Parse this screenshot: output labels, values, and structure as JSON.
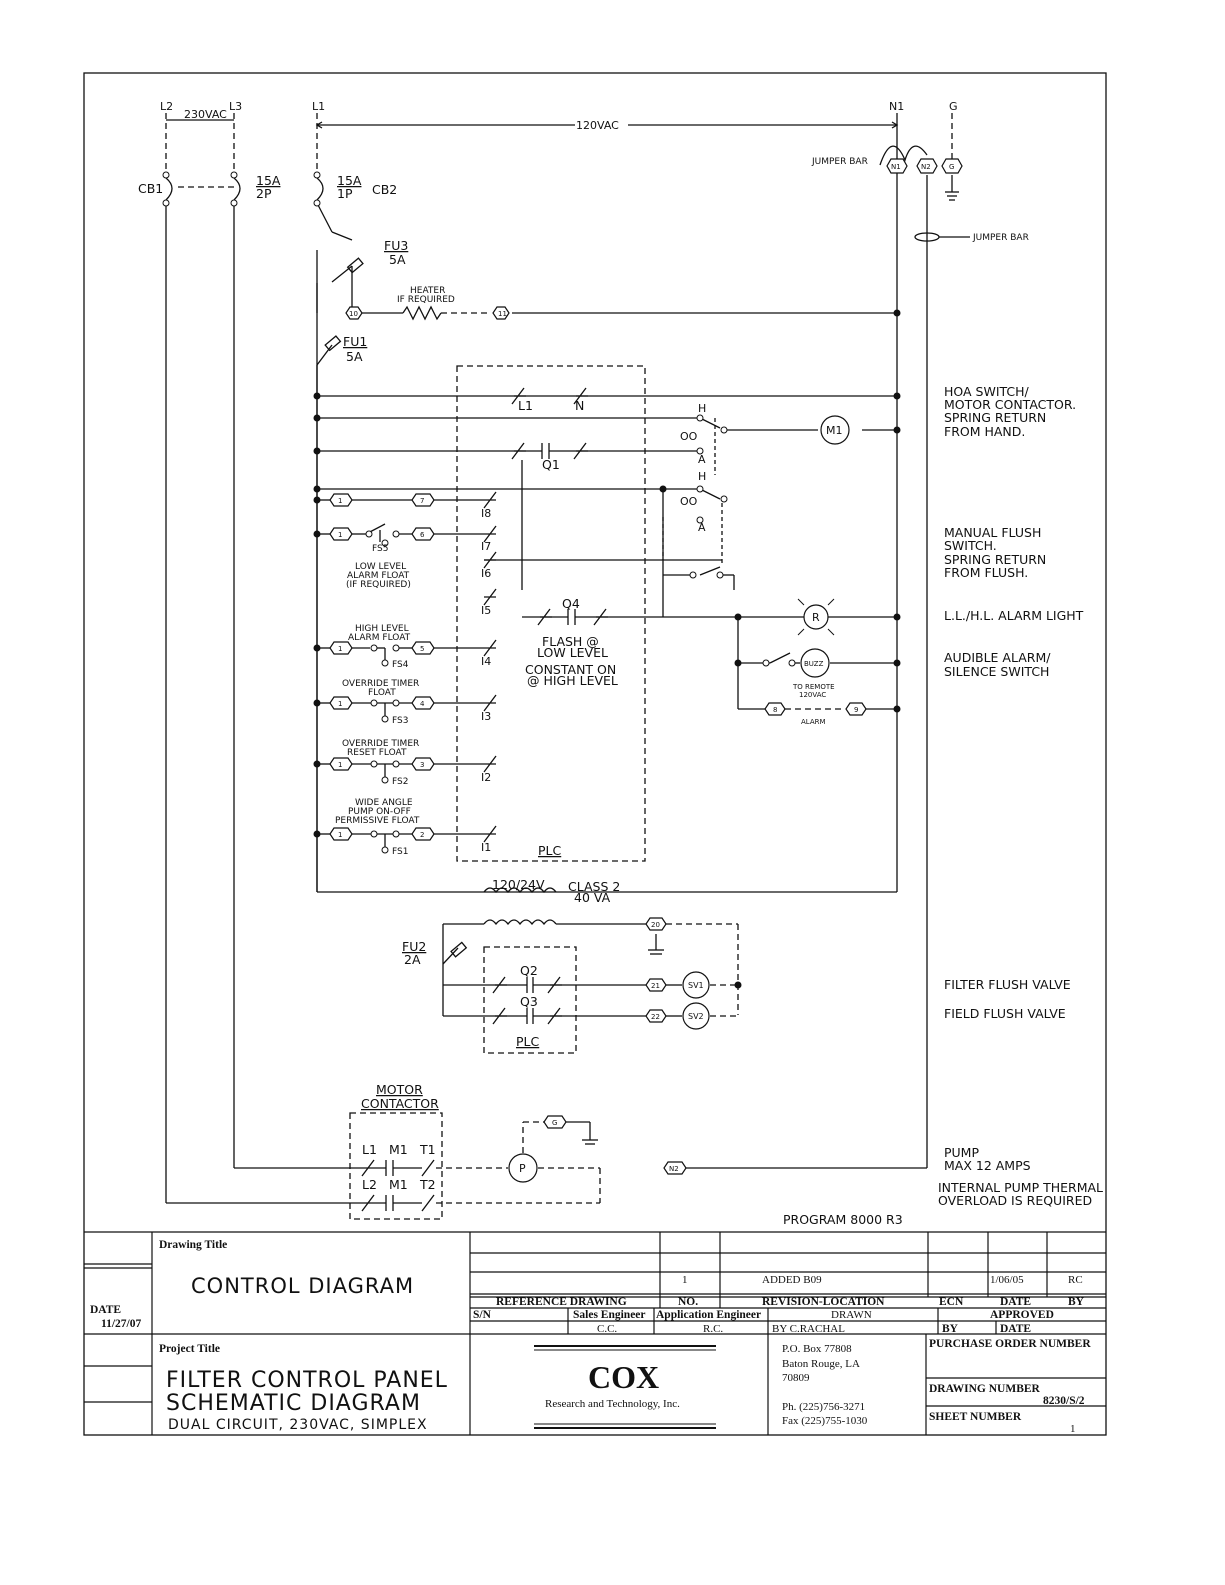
{
  "supply": {
    "l2": "L2",
    "l3": "L3",
    "v230": "230VAC",
    "l1": "L1",
    "v120": "120VAC",
    "n1": "N1",
    "g": "G",
    "jumper_top": "JUMPER BAR",
    "jumper_right": "JUMPER BAR",
    "t_n1": "N1",
    "t_n2": "N2",
    "t_g": "G"
  },
  "breakers": {
    "cb1": "CB1",
    "cb1_amps": "15A",
    "cb1_poles": "2P",
    "cb2": "CB2",
    "cb2_amps": "15A",
    "cb2_poles": "1P"
  },
  "fuses": {
    "fu3": "FU3",
    "fu3_amps": "5A",
    "fu1": "FU1",
    "fu1_amps": "5A",
    "fu2": "FU2",
    "fu2_amps": "2A"
  },
  "heater": {
    "line1": "HEATER",
    "line2": "IF REQUIRED",
    "t10": "10",
    "t11": "11"
  },
  "plc": {
    "label": "PLC",
    "l1": "L1",
    "n": "N",
    "q1": "Q1",
    "q4": "Q4",
    "i8": "I8",
    "i7": "I7",
    "i6": "I6",
    "i5": "I5",
    "i4": "I4",
    "i3": "I3",
    "i2": "I2",
    "i1": "I1",
    "flash1": "FLASH @",
    "flash2": "LOW LEVEL",
    "const1": "CONSTANT ON",
    "const2": "@ HIGH LEVEL"
  },
  "hoa": {
    "h": "H",
    "a": "A",
    "oo": "OO",
    "m1": "M1"
  },
  "floats": {
    "t1": "1",
    "t7": "7",
    "t6": "6",
    "t5": "5",
    "t4": "4",
    "t3": "3",
    "t2": "2",
    "fs5": "FS5",
    "fs4": "FS4",
    "fs3": "FS3",
    "fs2": "FS2",
    "fs1": "FS1",
    "low1": "LOW LEVEL",
    "low2": "ALARM FLOAT",
    "low3": "(IF REQUIRED)",
    "high1": "HIGH LEVEL",
    "high2": "ALARM FLOAT",
    "ovr1": "OVERRIDE TIMER",
    "ovr2": "FLOAT",
    "rst1": "OVERRIDE TIMER",
    "rst2": "RESET FLOAT",
    "wide1": "WIDE ANGLE",
    "wide2": "PUMP ON-OFF",
    "wide3": "PERMISSIVE FLOAT"
  },
  "alarm": {
    "r": "R",
    "buzz": "BUZZ",
    "remote1": "TO REMOTE",
    "remote2": "120VAC",
    "alarm": "ALARM",
    "t8": "8",
    "t9": "9"
  },
  "notes": {
    "hoa1": "HOA SWITCH/",
    "hoa2": "MOTOR CONTACTOR.",
    "hoa3": "SPRING RETURN",
    "hoa4": "FROM HAND.",
    "mf1": "MANUAL FLUSH",
    "mf2": "SWITCH.",
    "mf3": "SPRING RETURN",
    "mf4": "FROM FLUSH.",
    "light": "L.L./H.L. ALARM LIGHT",
    "aud1": "AUDIBLE ALARM/",
    "aud2": "SILENCE SWITCH",
    "filter": "FILTER FLUSH VALVE",
    "field": "FIELD FLUSH VALVE",
    "pump1": "PUMP",
    "pump2": "MAX 12 AMPS",
    "therm1": "INTERNAL PUMP THERMAL",
    "therm2": "OVERLOAD IS REQUIRED",
    "program": "PROGRAM 8000 R3"
  },
  "transformer": {
    "volts": "120/24V",
    "class": "CLASS 2",
    "va": "40 VA",
    "t20": "20"
  },
  "valves": {
    "q2": "Q2",
    "q3": "Q3",
    "plc": "PLC",
    "t21": "21",
    "t22": "22",
    "sv1": "SV1",
    "sv2": "SV2"
  },
  "motor": {
    "title1": "MOTOR",
    "title2": "CONTACTOR",
    "l1": "L1",
    "m1a": "M1",
    "t1": "T1",
    "l2": "L2",
    "m1b": "M1",
    "t2": "T2",
    "p": "P",
    "g": "G",
    "n2": "N2"
  },
  "titleblock": {
    "drawing_title_label": "Drawing Title",
    "drawing_title": "CONTROL DIAGRAM",
    "date_label": "DATE",
    "date": "11/27/07",
    "rev_no": "1",
    "rev_loc": "ADDED B09",
    "rev_date": "1/06/05",
    "rev_by": "RC",
    "h_ref": "REFERENCE DRAWING",
    "h_no": "NO.",
    "h_revloc": "REVISION-LOCATION",
    "h_ecn": "ECN",
    "h_date": "DATE",
    "h_by": "BY",
    "sn": "S/N",
    "sales_eng": "Sales Engineer",
    "sales_eng_val": "C.C.",
    "app_eng": "Application Engineer",
    "app_eng_val": "R.C.",
    "drawn_label": "DRAWN",
    "drawn_by": "BY   C.RACHAL",
    "approved_label": "APPROVED",
    "approved_by": "BY",
    "approved_date": "DATE",
    "project_title_label": "Project Title",
    "project_line1": "FILTER  CONTROL  PANEL",
    "project_line2": "SCHEMATIC  DIAGRAM",
    "project_line3": "DUAL CIRCUIT, 230VAC, SIMPLEX",
    "company": "COX",
    "company_sub": "Research and Technology, Inc.",
    "addr1": "P.O. Box 77808",
    "addr2": "Baton Rouge, LA",
    "addr3": "70809",
    "phone": "Ph. (225)756-3271",
    "fax": "Fax (225)755-1030",
    "po_label": "PURCHASE ORDER NUMBER",
    "dwg_label": "DRAWING NUMBER",
    "dwg_no": "8230/S/2",
    "sheet_label": "SHEET NUMBER",
    "sheet_no": "1"
  }
}
